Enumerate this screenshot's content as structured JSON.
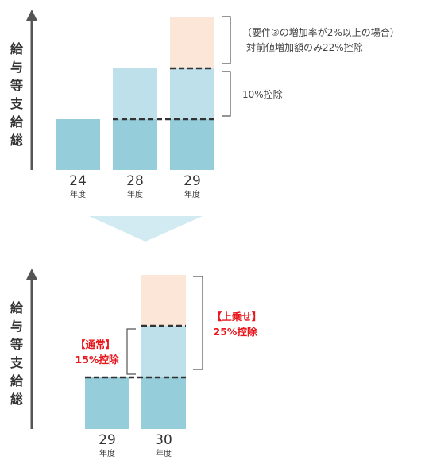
{
  "axis_label": "給与等支給総額",
  "colors": {
    "base": "#96cddb",
    "light": "#bde0ea",
    "peach": "#fce6d8",
    "axis": "#555555",
    "dash": "#333333",
    "red": "#e8171d",
    "arrow": "#d2eaf2"
  },
  "nendo_label": "年度",
  "top_chart": {
    "years": [
      "24",
      "28",
      "29"
    ],
    "note_top_line1": "（要件③の増加率が2%以上の場合）",
    "note_top_line2": "対前値増加額のみ22%控除",
    "note_mid": "10%控除"
  },
  "bottom_chart": {
    "years": [
      "29",
      "30"
    ],
    "normal_line1": "【通常】",
    "normal_line2": "15%控除",
    "extra_line1": "【上乗せ】",
    "extra_line2": "25%控除"
  }
}
